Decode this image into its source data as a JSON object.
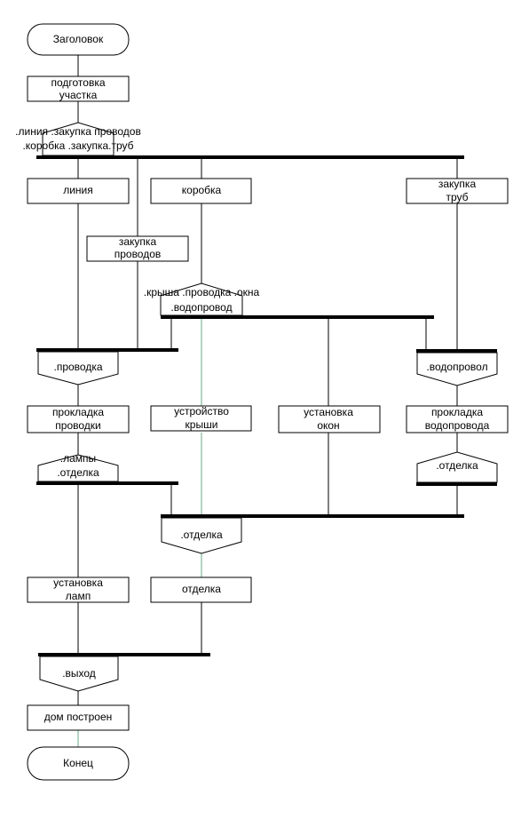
{
  "diagram": {
    "start": "Заголовок",
    "end": "Конец",
    "steps": {
      "prep": [
        "подготовка",
        "участка"
      ],
      "line": [
        "линия"
      ],
      "box": [
        "коробка"
      ],
      "buy_pipes": [
        "закупка",
        "труб"
      ],
      "buy_wires": [
        "закупка",
        "проводов"
      ],
      "wiring": [
        "прокладка",
        "проводки"
      ],
      "roof": [
        "устройство",
        "крыши"
      ],
      "windows": [
        "установка",
        "окон"
      ],
      "plumbing": [
        "прокладка",
        "водопровода"
      ],
      "lamps": [
        "установка",
        "ламп"
      ],
      "finishing": [
        "отделка"
      ],
      "house_built": [
        "дом построен"
      ]
    },
    "signals": {
      "fork1": [
        ".линия .закупка проводов",
        ".коробка .закупка.труб"
      ],
      "fork2": [
        ".крыша .проводка .окна",
        ".водопровод"
      ],
      "wiring_in": [
        ".проводка"
      ],
      "plumbing_in": [
        ".водопровол"
      ],
      "after_wiring": [
        ".лампы",
        ".отделка"
      ],
      "after_plumbing": [
        ".отделка"
      ],
      "finishing_in": [
        ".отделка"
      ],
      "exit": [
        ".выход"
      ]
    }
  }
}
